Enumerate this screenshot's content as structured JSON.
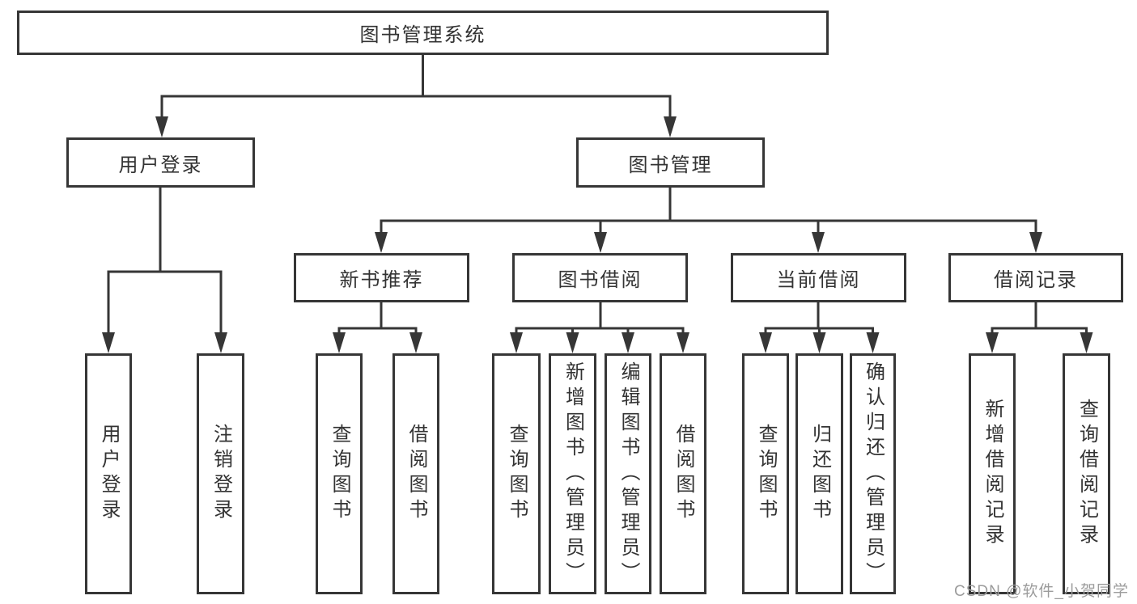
{
  "root": {
    "label": "图书管理系统"
  },
  "level2": [
    {
      "label": "用户登录"
    },
    {
      "label": "图书管理"
    }
  ],
  "level3": [
    {
      "label": "新书推荐",
      "parent": "图书管理"
    },
    {
      "label": "图书借阅",
      "parent": "图书管理"
    },
    {
      "label": "当前借阅",
      "parent": "图书管理"
    },
    {
      "label": "借阅记录",
      "parent": "图书管理"
    }
  ],
  "leaves": [
    {
      "label": "用户登录",
      "parent": "用户登录"
    },
    {
      "label": "注销登录",
      "parent": "用户登录"
    },
    {
      "label": "查询图书",
      "parent": "新书推荐"
    },
    {
      "label": "借阅图书",
      "parent": "新书推荐"
    },
    {
      "label": "查询图书",
      "parent": "图书借阅"
    },
    {
      "label": "新增图书（管理员）",
      "parent": "图书借阅"
    },
    {
      "label": "编辑图书（管理员）",
      "parent": "图书借阅"
    },
    {
      "label": "借阅图书",
      "parent": "图书借阅"
    },
    {
      "label": "查询图书",
      "parent": "当前借阅"
    },
    {
      "label": "归还图书",
      "parent": "当前借阅"
    },
    {
      "label": "确认归还（管理员）",
      "parent": "当前借阅"
    },
    {
      "label": "新增借阅记录",
      "parent": "借阅记录"
    },
    {
      "label": "查询借阅记录",
      "parent": "借阅记录"
    }
  ],
  "watermark": {
    "text": "CSDN @软件_小贺同学"
  },
  "colors": {
    "line": "#363636",
    "box_border": "#363636",
    "text": "#333333",
    "watermark": "#9c9c9c",
    "background": "#ffffff"
  }
}
